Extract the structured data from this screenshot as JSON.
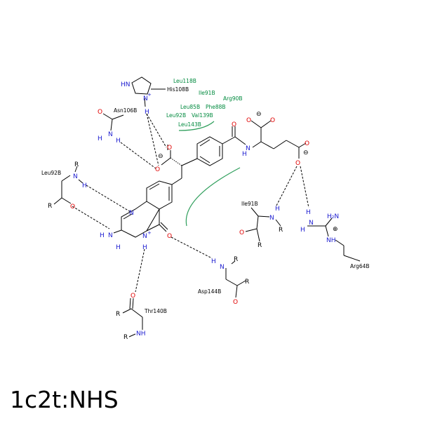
{
  "title": "1c2t:NHS",
  "colors": {
    "nitrogen": "#1c1cd0",
    "oxygen": "#e00000",
    "residue_label": "#008a3e",
    "hydrophobic_arc": "#2e9e5b",
    "bond": "#000000"
  },
  "atoms": {
    "his_hn": "HN",
    "his_npos": "N",
    "his_plus": "+",
    "his_h": "H",
    "asn_o": "O",
    "asn_n": "N",
    "asn_h1": "H",
    "asn_h2": "H",
    "carb_minus": "⊖",
    "carb_o1": "O",
    "carb_o2": "O",
    "amide_o": "O",
    "amide_n": "N",
    "amide_h": "H",
    "glu_minus": "⊖",
    "glu_o1": "O",
    "glu_o2": "O",
    "gc_o": "O",
    "gc_minus": "⊖",
    "gc_o2": "O",
    "leu92_r": "R",
    "leu92_n": "N",
    "leu92_h": "H",
    "leu92_r2": "R",
    "leu92_o": "O",
    "q_n1": "N",
    "q_n3": "N",
    "q_plus": "+",
    "q_h": "H",
    "q_o": "O",
    "nh2_h": "H",
    "nh2_n": "N",
    "nh2_h2": "H",
    "ile91_h": "H",
    "ile91_n": "N",
    "ile91_r": "R",
    "ile91_o": "O",
    "ile91_r2": "R",
    "arg_h": "H",
    "arg_n": "N",
    "arg_plus": "⊕",
    "arg_h2n": "H₂N",
    "arg_nh": "NH",
    "asp_h": "H",
    "asp_n": "N",
    "asp_r": "R",
    "asp_r2": "R",
    "asp_o": "O",
    "thr_o": "O",
    "thr_r": "R",
    "thr_r2": "R",
    "thr_nh": "NH"
  },
  "residues": {
    "leu118": "Leu118B",
    "his108": "His108B",
    "ile91_top": "Ile91B",
    "arg90": "Arg90B",
    "leu85": "Leu85B",
    "phe88": "Phe88B",
    "leu92_top": "Leu92B",
    "val139": "Val139B",
    "leu143": "Leu143B",
    "asn106": "Asn106B",
    "leu92": "Leu92B",
    "ile91": "Ile91B",
    "arg64": "Arg64B",
    "asp144": "Asp144B",
    "thr140": "Thr140B"
  }
}
